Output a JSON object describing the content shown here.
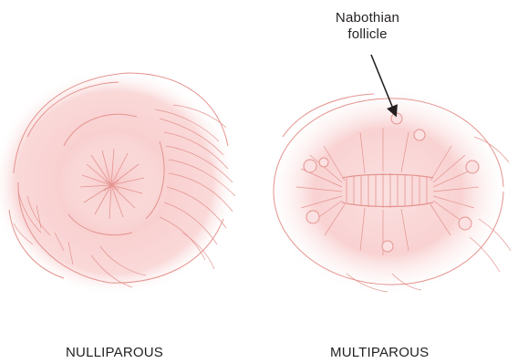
{
  "figure": {
    "left_caption": "NULLIPAROUS",
    "right_caption": "MULTIPAROUS",
    "callout_line1": "Nabothian",
    "callout_line2": "follicle"
  },
  "colors": {
    "stroke": "#e4948f",
    "glow": "#f9c9c9",
    "text": "#231f20"
  },
  "icons": {
    "pointer": "arrow"
  }
}
